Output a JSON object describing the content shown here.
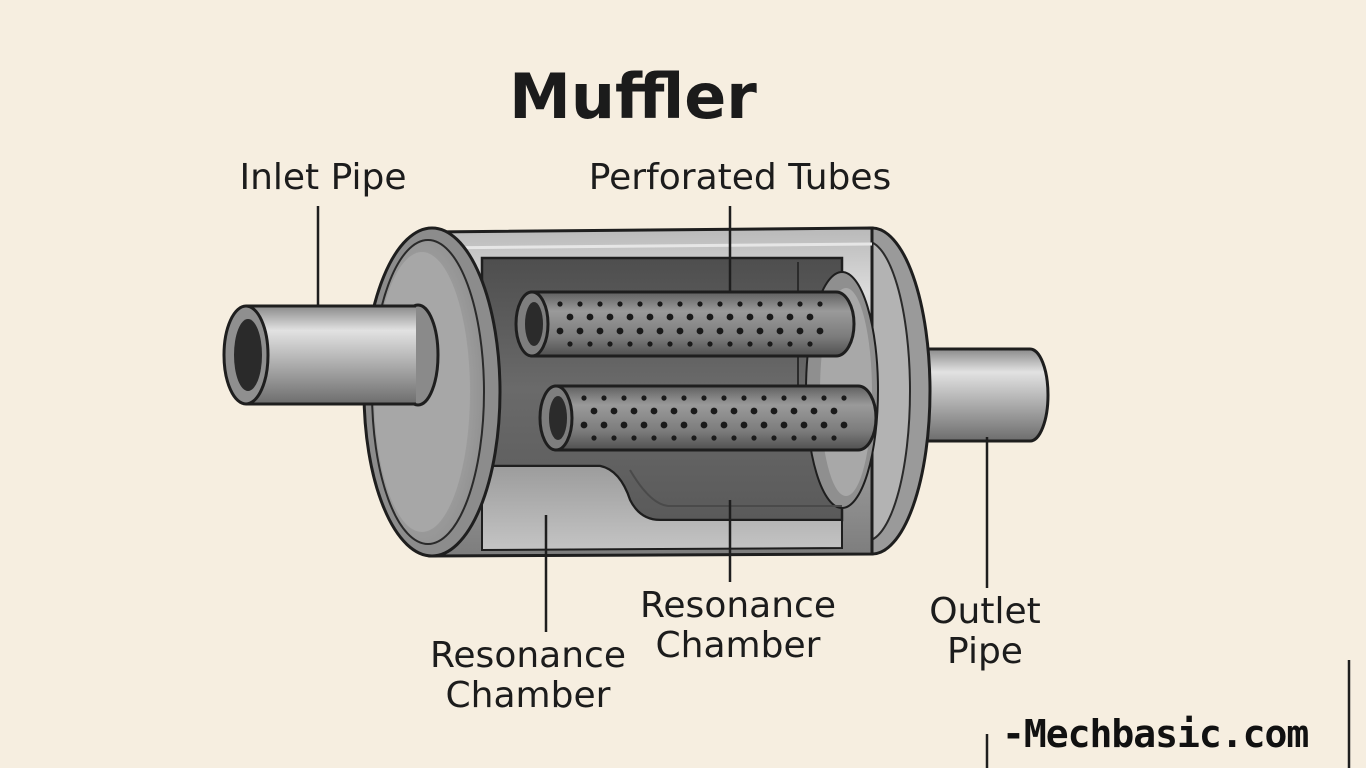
{
  "diagram": {
    "title": "Muffler",
    "labels": {
      "inlet_pipe": "Inlet Pipe",
      "perforated_tubes": "Perforated Tubes",
      "resonance_chamber_left": [
        "Resonance",
        "Chamber"
      ],
      "resonance_chamber_center": [
        "Resonance",
        "Chamber"
      ],
      "outlet_pipe": [
        "Outlet",
        "Pipe"
      ]
    },
    "watermark": "-Mechbasic.com"
  },
  "colors": {
    "background": "#f6eee0",
    "outline": "#1e1e1e",
    "metal_light": "#c9c9c9",
    "metal_mid": "#9a9a9a",
    "metal_dark": "#5c5c5c",
    "tube_fill": "#7a7a7a",
    "perforation": "#1a1a1a"
  }
}
